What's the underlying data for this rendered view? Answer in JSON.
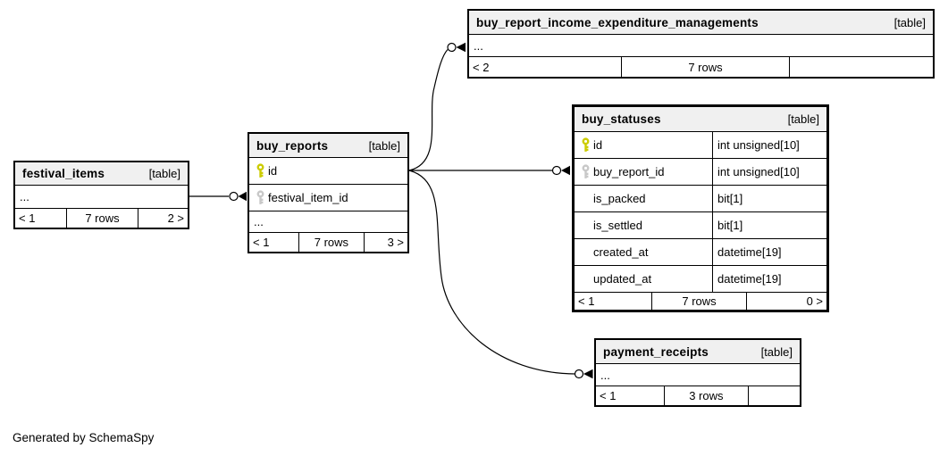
{
  "credit": "Generated by SchemaSpy",
  "colors": {
    "page_bg": "#ffffff",
    "header_bg": "#f0f0f0",
    "border": "#000000",
    "pk_key": "#cccc00",
    "fk_key": "#c8c8c8"
  },
  "icons": {
    "primary_key": "primary-key-icon",
    "foreign_key": "foreign-key-icon"
  },
  "tables": [
    {
      "title": "buy_report_income_expenditure_managements",
      "badge": "[table]",
      "columns": [
        {
          "name": "..."
        }
      ],
      "footer": {
        "left": "< 2",
        "center": "7 rows",
        "right": ""
      }
    },
    {
      "title": "festival_items",
      "badge": "[table]",
      "columns": [
        {
          "name": "..."
        }
      ],
      "footer": {
        "left": "< 1",
        "center": "7 rows",
        "right": "2 >"
      }
    },
    {
      "title": "buy_reports",
      "badge": "[table]",
      "columns": [
        {
          "name": "id",
          "key": "pk"
        },
        {
          "name": "festival_item_id",
          "key": "fk"
        },
        {
          "name": "..."
        }
      ],
      "footer": {
        "left": "< 1",
        "center": "7 rows",
        "right": "3 >"
      }
    },
    {
      "title": "buy_statuses",
      "badge": "[table]",
      "focal": true,
      "columns": [
        {
          "name": "id",
          "type": "int unsigned[10]",
          "key": "pk"
        },
        {
          "name": "buy_report_id",
          "type": "int unsigned[10]",
          "key": "fk"
        },
        {
          "name": "is_packed",
          "type": "bit[1]"
        },
        {
          "name": "is_settled",
          "type": "bit[1]"
        },
        {
          "name": "created_at",
          "type": "datetime[19]"
        },
        {
          "name": "updated_at",
          "type": "datetime[19]"
        }
      ],
      "footer": {
        "left": "< 1",
        "center": "7 rows",
        "right": "0 >"
      }
    },
    {
      "title": "payment_receipts",
      "badge": "[table]",
      "columns": [
        {
          "name": "..."
        }
      ],
      "footer": {
        "left": "< 1",
        "center": "3 rows",
        "right": ""
      }
    }
  ],
  "relationships": [
    {
      "from": "festival_items",
      "to": "buy_reports.festival_item_id"
    },
    {
      "from": "buy_reports.id",
      "to": "buy_report_income_expenditure_managements"
    },
    {
      "from": "buy_reports.id",
      "to": "buy_statuses.buy_report_id"
    },
    {
      "from": "buy_reports.id",
      "to": "payment_receipts"
    }
  ]
}
